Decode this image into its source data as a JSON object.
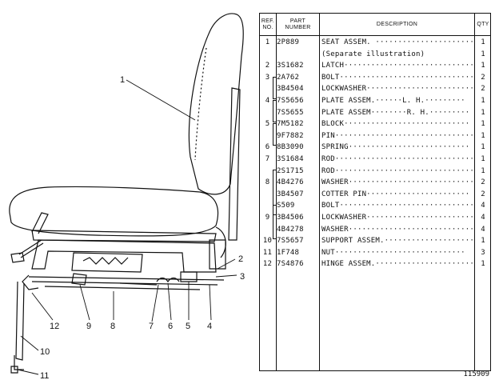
{
  "header": {
    "ref_no": "REF. NO.",
    "part_number": "PART NUMBER",
    "description": "DESCRIPTION",
    "qty": "QTY"
  },
  "rows": [
    {
      "ref": "1",
      "part": "2P889",
      "desc": "SEAT ASSEM. ·······················",
      "qty": "1"
    },
    {
      "ref": "",
      "part": "",
      "desc": "   (Separate  illustration)",
      "qty": "1"
    },
    {
      "ref": "2",
      "part": "3S1682",
      "desc": "LATCH·····························",
      "qty": "1"
    },
    {
      "ref": "3",
      "part": "2A762",
      "desc": "BOLT······························",
      "qty": "2"
    },
    {
      "ref": "",
      "part": "3B4504",
      "desc": "LOCKWASHER························",
      "qty": "2"
    },
    {
      "ref": "4",
      "part": "7S5656",
      "desc": "PLATE ASSEM.······L. H.·········",
      "qty": "1"
    },
    {
      "ref": "",
      "part": "7S5655",
      "desc": "PLATE ASSEM········R. H.·········",
      "qty": "1"
    },
    {
      "ref": "5",
      "part": "7M5182",
      "desc": "BLOCK····························",
      "qty": "1"
    },
    {
      "ref": "",
      "part": "9F7882",
      "desc": "PIN·······························",
      "qty": "1"
    },
    {
      "ref": "6",
      "part": "8B3090",
      "desc": "SPRING···························",
      "qty": "1"
    },
    {
      "ref": "7",
      "part": "3S1684",
      "desc": "ROD·······························",
      "qty": "1"
    },
    {
      "ref": "",
      "part": "2S1715",
      "desc": "ROD·······························",
      "qty": "1"
    },
    {
      "ref": "8",
      "part": "4B4276",
      "desc": "WASHER····························",
      "qty": "2"
    },
    {
      "ref": "",
      "part": "3B4507",
      "desc": "COTTER PIN·······················",
      "qty": "2"
    },
    {
      "ref": "",
      "part": "S509",
      "desc": "BOLT······························",
      "qty": "4"
    },
    {
      "ref": "9",
      "part": "3B4506",
      "desc": "LOCKWASHER························",
      "qty": "4"
    },
    {
      "ref": "",
      "part": "4B4278",
      "desc": "WASHER····························",
      "qty": "4"
    },
    {
      "ref": "10",
      "part": "7S5657",
      "desc": "SUPPORT ASSEM.····················",
      "qty": "1"
    },
    {
      "ref": "11",
      "part": "1F748",
      "desc": "  NUT·····························",
      "qty": "3"
    },
    {
      "ref": "12",
      "part": "7S4876",
      "desc": "HINGE ASSEM.······················",
      "qty": "1"
    }
  ],
  "callouts": [
    "1",
    "2",
    "3",
    "4",
    "5",
    "6",
    "7",
    "8",
    "9",
    "10",
    "11",
    "12"
  ],
  "document_number": "115909"
}
